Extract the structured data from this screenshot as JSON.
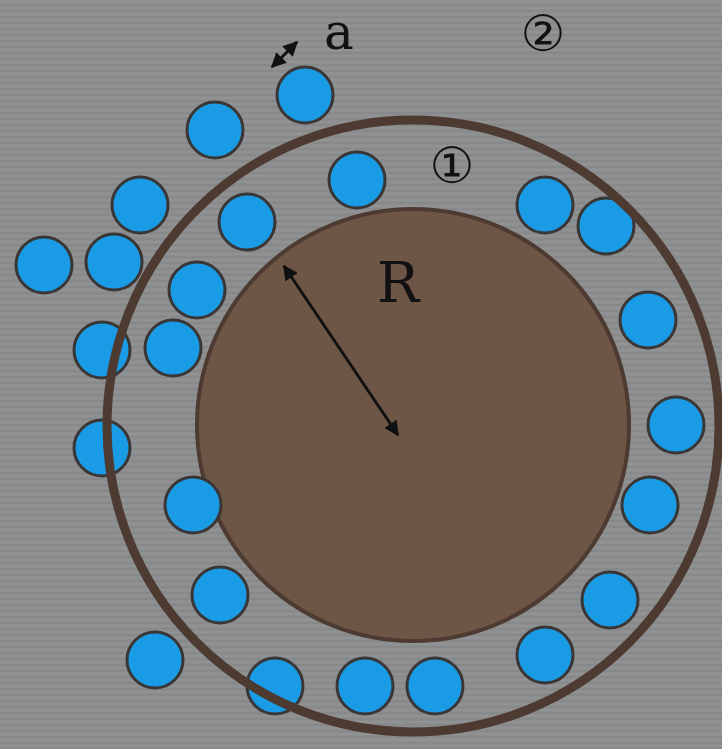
{
  "diagram": {
    "labels": [
      "a",
      "②",
      "①",
      "R"
    ]
  }
}
